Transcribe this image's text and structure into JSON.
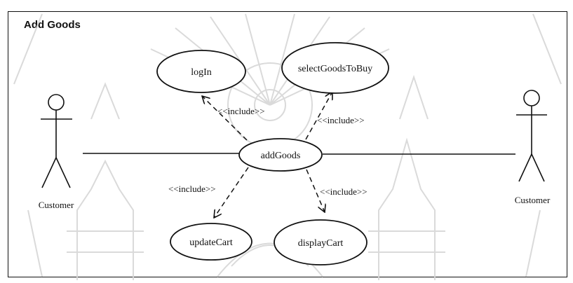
{
  "diagram": {
    "title": "Add Goods",
    "actors": [
      {
        "id": "actor-left",
        "label": "Customer"
      },
      {
        "id": "actor-right",
        "label": "Customer"
      }
    ],
    "use_cases": [
      {
        "id": "login",
        "label": "logIn"
      },
      {
        "id": "select",
        "label": "selectGoodsToBuy"
      },
      {
        "id": "add",
        "label": "addGoods"
      },
      {
        "id": "update",
        "label": "updateCart"
      },
      {
        "id": "display",
        "label": "displayCart"
      }
    ],
    "relations": [
      {
        "from": "add",
        "to": "login",
        "label": "<<include>>"
      },
      {
        "from": "add",
        "to": "select",
        "label": "<<include>>"
      },
      {
        "from": "add",
        "to": "update",
        "label": "<<include>>"
      },
      {
        "from": "add",
        "to": "display",
        "label": "<<include>>"
      }
    ],
    "associations": [
      {
        "from": "actor-left",
        "to": "add"
      },
      {
        "from": "actor-right",
        "to": "add"
      }
    ]
  }
}
